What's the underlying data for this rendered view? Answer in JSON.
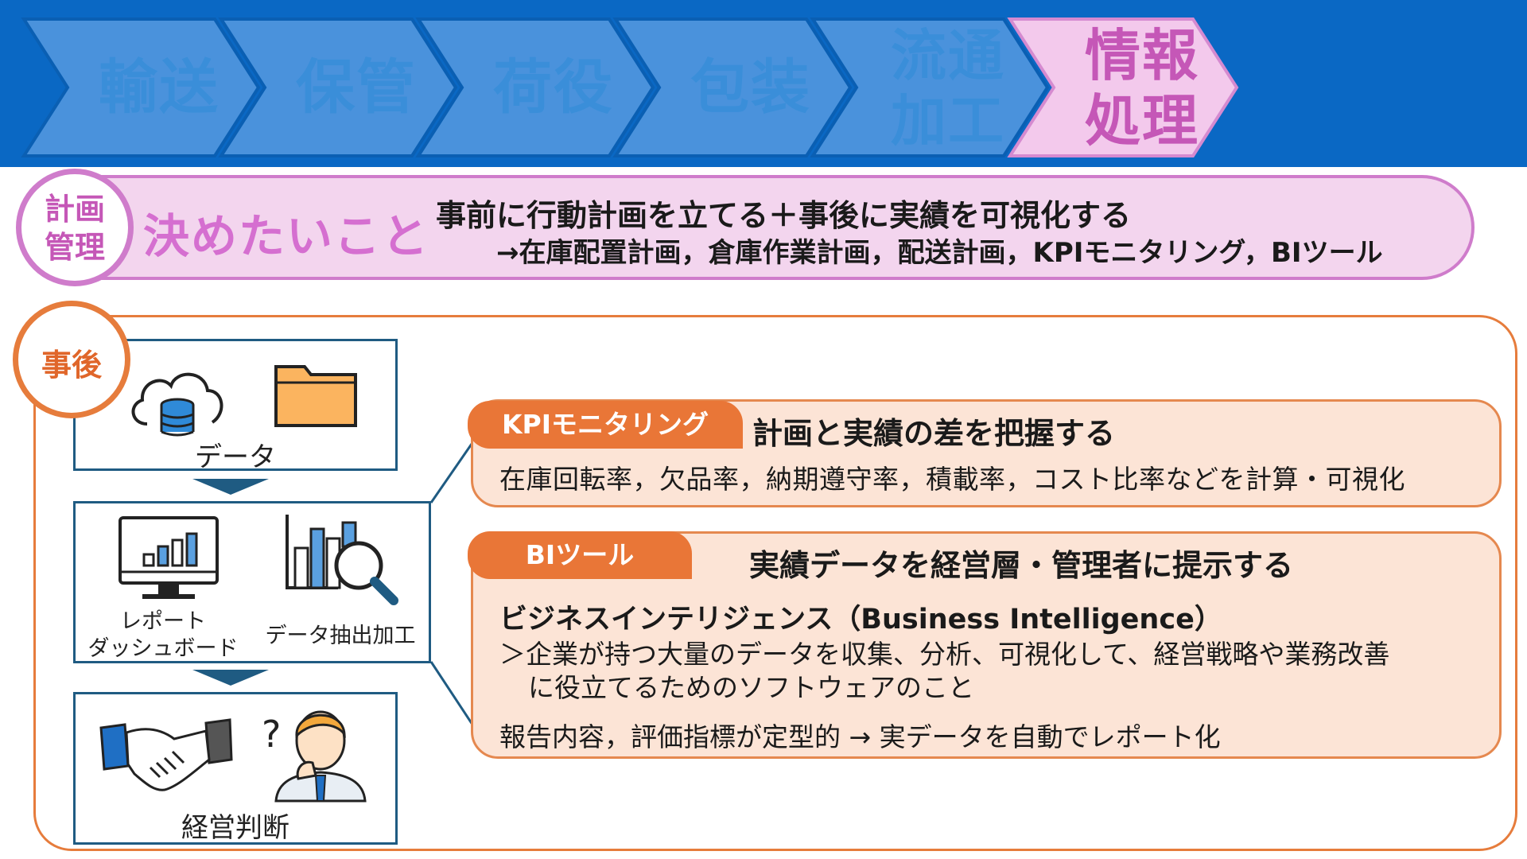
{
  "process_steps": [
    {
      "label": "輸送",
      "active": false
    },
    {
      "label": "保管",
      "active": false
    },
    {
      "label": "荷役",
      "active": false
    },
    {
      "label": "包装",
      "active": false
    },
    {
      "label_line1": "流通",
      "label_line2": "加工",
      "active": false
    },
    {
      "label_line1": "情報",
      "label_line2": "処理",
      "active": true
    }
  ],
  "banner": {
    "badge_line1": "計画",
    "badge_line2": "管理",
    "title": "決めたいこと",
    "line1": "事前に行動計画を立てる＋事後に実績を可視化する",
    "line2": "→在庫配置計画，倉庫作業計画，配送計画，KPIモニタリング，BIツール"
  },
  "post": {
    "badge": "事後",
    "flow": {
      "data_label": "データ",
      "report_label_line1": "レポート",
      "report_label_line2": "ダッシュボード",
      "extract_label": "データ抽出加工",
      "decision_label": "経営判断"
    }
  },
  "kpi": {
    "tab": "KPIモニタリング",
    "heading": "計画と実績の差を把握する",
    "body": "在庫回転率，欠品率，納期遵守率，積載率，コスト比率などを計算・可視化"
  },
  "bi": {
    "tab": "BIツール",
    "heading": "実績データを経営層・管理者に提示する",
    "subtitle": "ビジネスインテリジェンス（Business Intelligence）",
    "desc_line1": "＞企業が持つ大量のデータを収集、分析、可視化して、経営戦略や業務改善",
    "desc_line2": "に役立てるためのソフトウェアのこと",
    "note": "報告内容，評価指標が定型的 → 実データを自動でレポート化"
  },
  "colors": {
    "band_blue": "#0a68c4",
    "chevron_blue": "#4a92dc",
    "active_pink": "#f3c9ec",
    "pink_border": "#cf7ccb",
    "orange": "#e97637",
    "panel_fill": "#fce4d6",
    "navy": "#1f5b82"
  },
  "icons": [
    "cloud-database-icon",
    "folder-icon",
    "monitor-chart-icon",
    "chart-magnifier-icon",
    "handshake-icon",
    "thinking-person-icon"
  ]
}
